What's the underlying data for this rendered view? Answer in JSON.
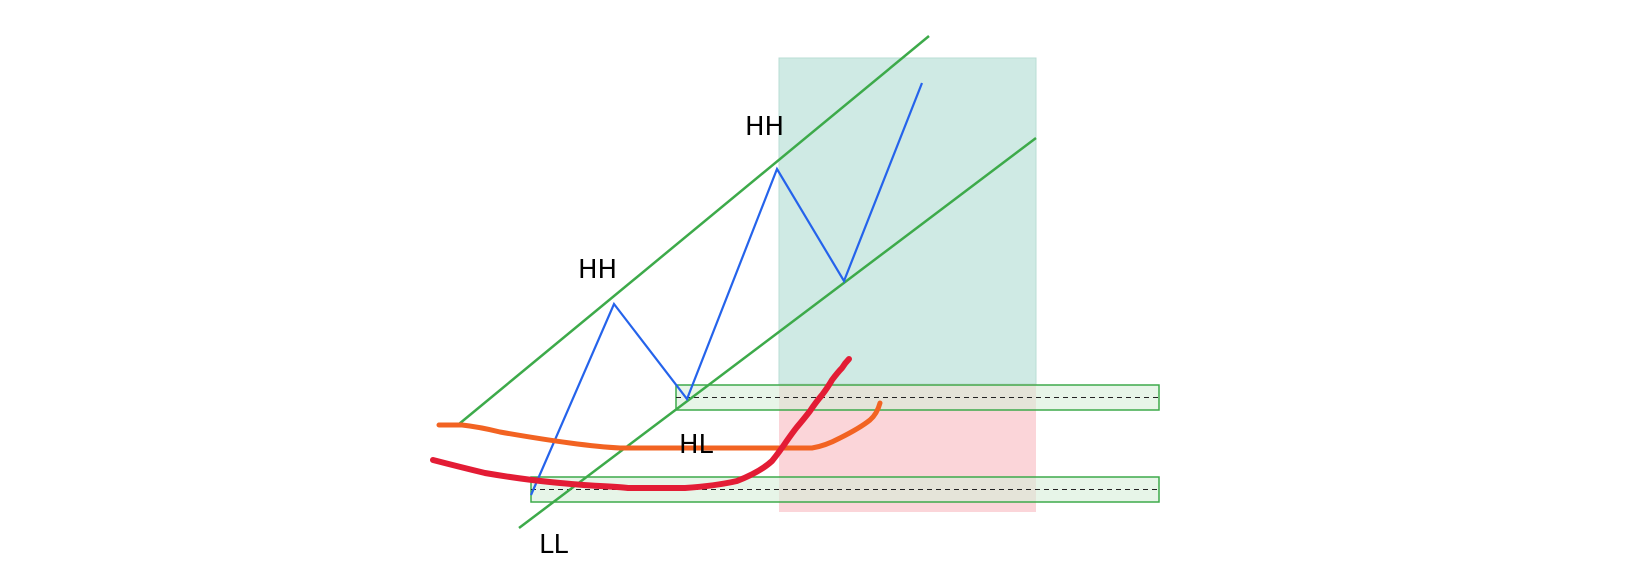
{
  "labels": {
    "ll": "LL",
    "hh_first": "HH",
    "hl": "HL",
    "hh_second": "HH"
  },
  "colors": {
    "price_path": "#2563eb",
    "channel": "#3daa4a",
    "target_zone": "#cfeae4",
    "risk_zone": "#fbd5d9",
    "level_band_fill": "#d7efd8",
    "level_band_border": "#3daa4a",
    "ema_fast": "#e31c35",
    "ema_slow": "#f26322"
  }
}
